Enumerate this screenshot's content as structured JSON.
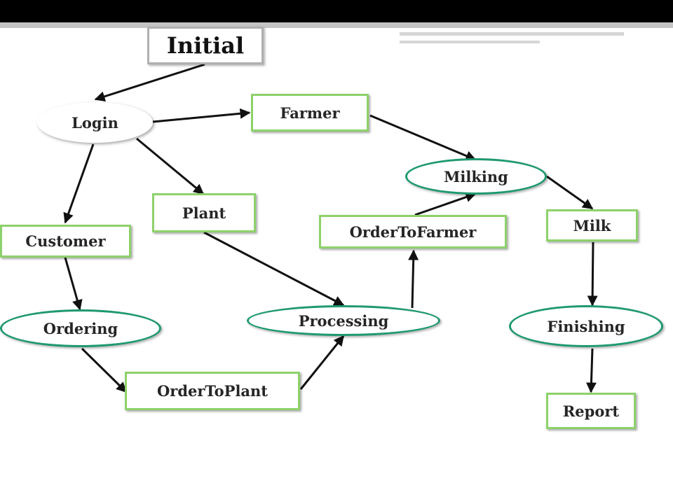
{
  "diagram": {
    "nodes": {
      "initial": "Initial",
      "login": "Login",
      "farmer": "Farmer",
      "milking": "Milking",
      "plant": "Plant",
      "order_to_farmer": "OrderToFarmer",
      "milk": "Milk",
      "customer": "Customer",
      "ordering": "Ordering",
      "processing": "Processing",
      "finishing": "Finishing",
      "order_to_plant": "OrderToPlant",
      "report": "Report"
    },
    "edges": [
      {
        "from": "initial",
        "to": "login"
      },
      {
        "from": "login",
        "to": "farmer"
      },
      {
        "from": "login",
        "to": "plant"
      },
      {
        "from": "login",
        "to": "customer"
      },
      {
        "from": "farmer",
        "to": "milking"
      },
      {
        "from": "milking",
        "to": "milk"
      },
      {
        "from": "order_to_farmer",
        "to": "milking"
      },
      {
        "from": "plant",
        "to": "processing"
      },
      {
        "from": "processing",
        "to": "order_to_farmer"
      },
      {
        "from": "customer",
        "to": "ordering"
      },
      {
        "from": "ordering",
        "to": "order_to_plant"
      },
      {
        "from": "order_to_plant",
        "to": "processing"
      },
      {
        "from": "milk",
        "to": "finishing"
      },
      {
        "from": "finishing",
        "to": "report"
      }
    ],
    "colors": {
      "box_border": "#8dd16a",
      "ellipse_border": "#1f9a6e",
      "arrow": "#111111"
    }
  }
}
